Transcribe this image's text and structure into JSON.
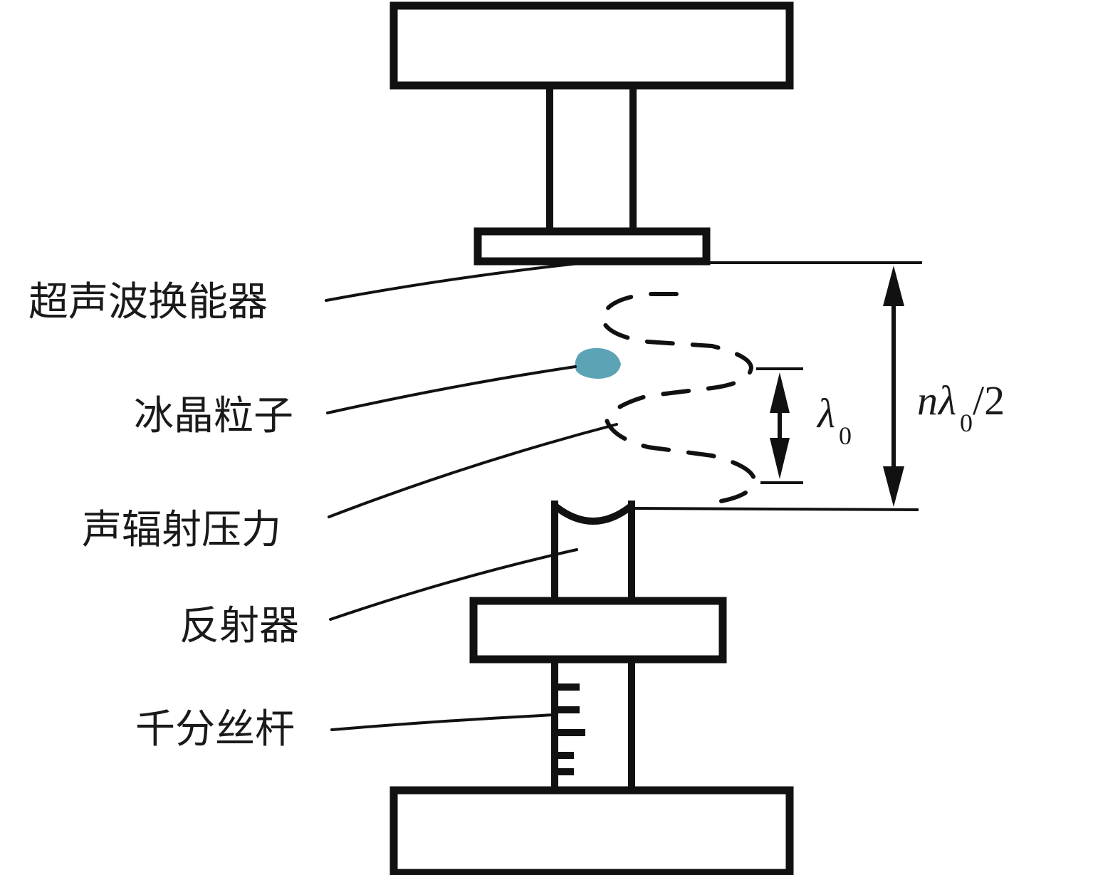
{
  "diagram": {
    "title": "",
    "labels": {
      "transducer": "超声波换能器",
      "ice_particle": "冰晶粒子",
      "acoustic_radiation_pressure": "声辐射压力",
      "reflector": "反射器",
      "micrometer": "千分丝杆"
    },
    "dimensions": {
      "wavelength_symbol": "λ",
      "wavelength_subscript": "0",
      "gap_prefix": "n",
      "gap_symbol": "λ",
      "gap_subscript": "0",
      "gap_suffix": "/2"
    },
    "colors": {
      "ice_particle": "#5ba3b5",
      "line": "#111111"
    }
  }
}
